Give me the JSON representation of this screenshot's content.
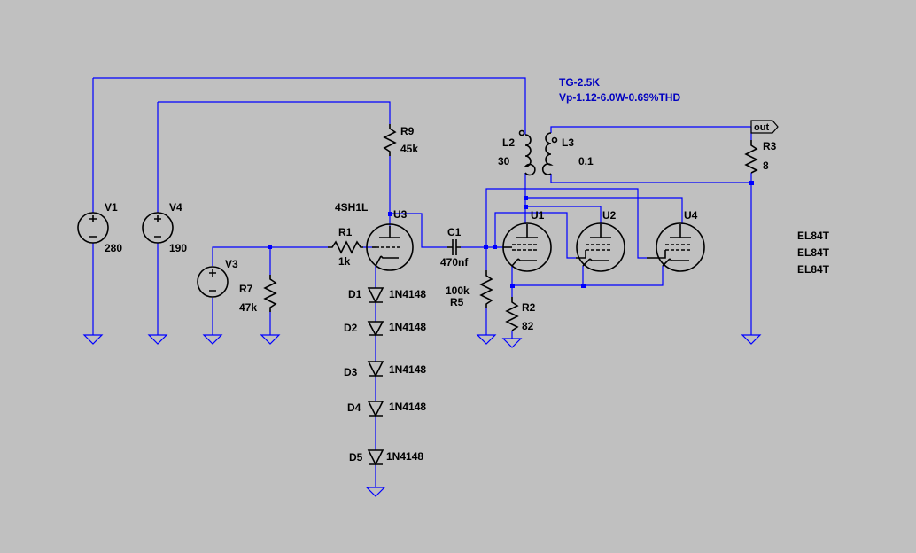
{
  "annotations": {
    "transformer": "TG-2.5K",
    "result": "Vp-1.12-6.0W-0.69%THD",
    "models": [
      "EL84T",
      "EL84T",
      "EL84T"
    ]
  },
  "net_labels": {
    "out": "out"
  },
  "sources": {
    "V1": {
      "name": "V1",
      "value": "280"
    },
    "V4": {
      "name": "V4",
      "value": "190"
    },
    "V3": {
      "name": "V3",
      "value": ""
    }
  },
  "resistors": {
    "R1": {
      "name": "R1",
      "value": "1k"
    },
    "R2": {
      "name": "R2",
      "value": "82"
    },
    "R3": {
      "name": "R3",
      "value": "8"
    },
    "R5": {
      "name": "R5",
      "value": "100k"
    },
    "R7": {
      "name": "R7",
      "value": "47k"
    },
    "R9": {
      "name": "R9",
      "value": "45k"
    }
  },
  "capacitors": {
    "C1": {
      "name": "C1",
      "value": "470nf"
    }
  },
  "inductors": {
    "L2": {
      "name": "L2",
      "value": "30"
    },
    "L3": {
      "name": "L3",
      "value": "0.1"
    }
  },
  "tubes": {
    "U3": {
      "name": "U3",
      "model": "4SH1L"
    },
    "U1": {
      "name": "U1"
    },
    "U2": {
      "name": "U2"
    },
    "U4": {
      "name": "U4"
    }
  },
  "diodes": [
    {
      "name": "D1",
      "model": "1N4148"
    },
    {
      "name": "D2",
      "model": "1N4148"
    },
    {
      "name": "D3",
      "model": "1N4148"
    },
    {
      "name": "D4",
      "model": "1N4148"
    },
    {
      "name": "D5",
      "model": "1N4148"
    }
  ]
}
